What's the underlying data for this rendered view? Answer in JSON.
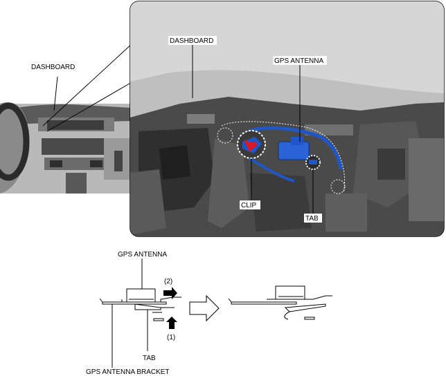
{
  "labels": {
    "dashboard_overview": "DASHBOARD",
    "dashboard_detail": "DASHBOARD",
    "gps_antenna_detail": "GPS ANTENNA",
    "clip": "CLIP",
    "tab_detail": "TAB",
    "gps_antenna_section": "GPS ANTENNA",
    "step_2": "(2)",
    "step_1": "(1)",
    "tab_section": "TAB",
    "gps_antenna_bracket": "GPS ANTENNA BRACKET"
  },
  "colors": {
    "antenna": "#1f56c8",
    "clip_marker": "#d8192a",
    "panel_bg": "#dcdcdc",
    "part_dark": "#3a3a3a"
  },
  "icons": {
    "step_arrow": "right-arrow-icon",
    "push_arrow": "up-arrow-icon",
    "transition_arrow": "hollow-right-arrow-icon"
  }
}
